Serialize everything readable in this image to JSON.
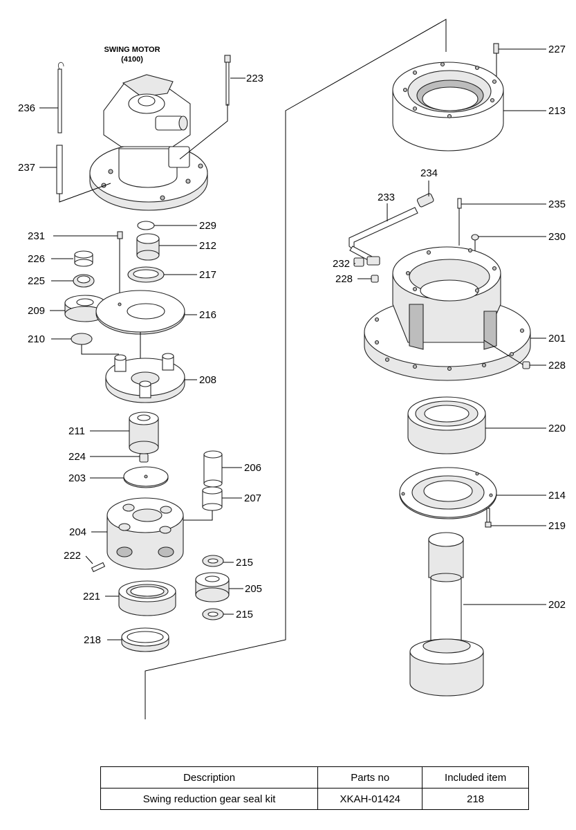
{
  "diagram": {
    "title": "SWING MOTOR",
    "subtitle": "(4100)",
    "labels": {
      "l227": "227",
      "l223": "223",
      "l236": "236",
      "l213": "213",
      "l237": "237",
      "l234": "234",
      "l233": "233",
      "l235": "235",
      "l229": "229",
      "l231": "231",
      "l212": "212",
      "l230": "230",
      "l226": "226",
      "l232": "232",
      "l225": "225",
      "l217": "217",
      "l228a": "228",
      "l209": "209",
      "l216": "216",
      "l210": "210",
      "l201": "201",
      "l228b": "228",
      "l208": "208",
      "l220": "220",
      "l211": "211",
      "l224": "224",
      "l206": "206",
      "l203": "203",
      "l207": "207",
      "l214": "214",
      "l204": "204",
      "l219": "219",
      "l222": "222",
      "l215a": "215",
      "l205": "205",
      "l221": "221",
      "l202": "202",
      "l215b": "215",
      "l218": "218"
    }
  },
  "kit_table": {
    "headers": {
      "description": "Description",
      "parts_no": "Parts no",
      "included_item": "Included item"
    },
    "rows": [
      {
        "description": "Swing reduction gear seal kit",
        "parts_no": "XKAH-01424",
        "included_item": "218"
      }
    ]
  }
}
